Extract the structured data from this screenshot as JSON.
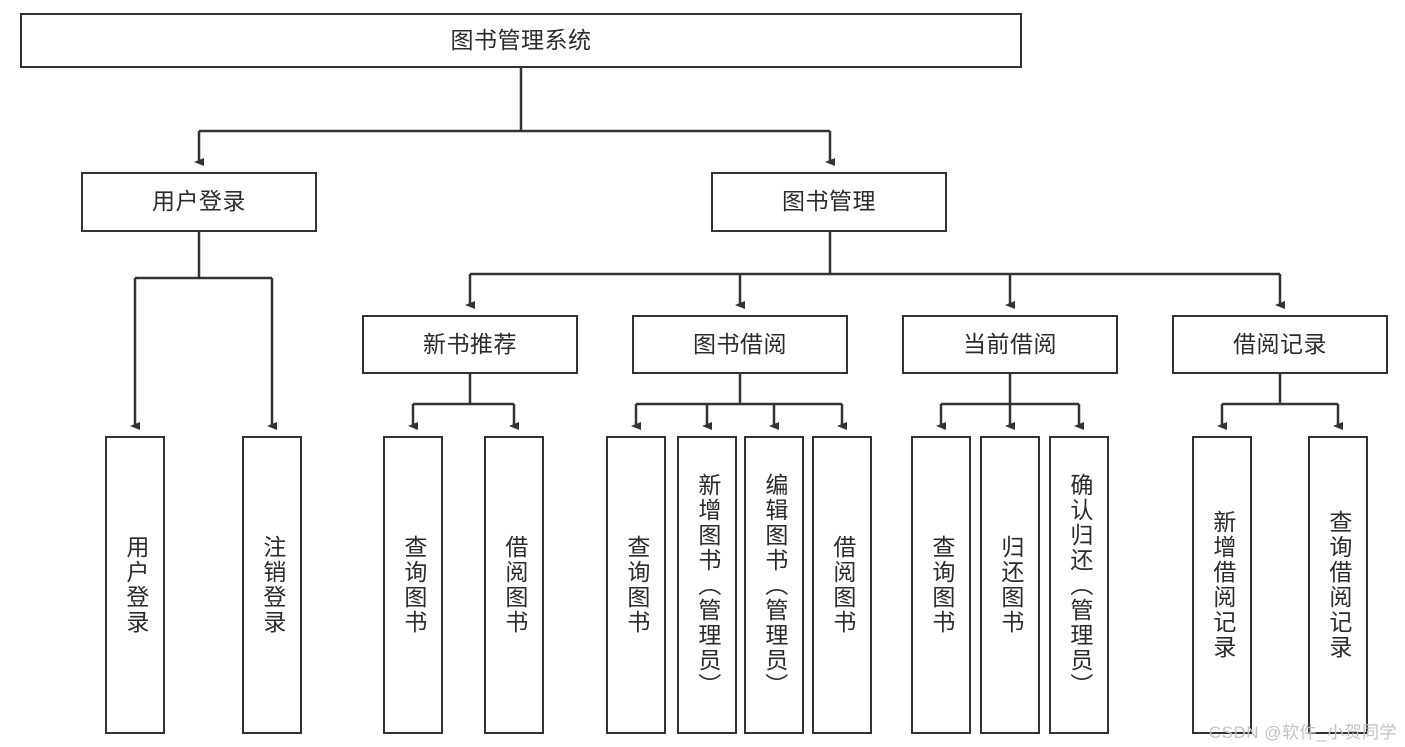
{
  "diagram": {
    "title": "图书管理系统",
    "type": "tree",
    "colors": {
      "box_border": "#333333",
      "box_fill": "#ffffff",
      "text": "#2b2b2b",
      "connector": "#333333",
      "watermark": "#c2c2c2"
    },
    "nodes": {
      "root": {
        "label": "图书管理系统"
      },
      "level2": [
        {
          "label": "用户登录"
        },
        {
          "label": "图书管理"
        }
      ],
      "level3": [
        {
          "label": "新书推荐"
        },
        {
          "label": "图书借阅"
        },
        {
          "label": "当前借阅"
        },
        {
          "label": "借阅记录"
        }
      ],
      "leaves": {
        "user_login": [
          {
            "label": "用户登录"
          },
          {
            "label": "注销登录"
          }
        ],
        "new_book_recommend": [
          {
            "label": "查询图书"
          },
          {
            "label": "借阅图书"
          }
        ],
        "book_borrow": [
          {
            "label": "查询图书"
          },
          {
            "label": "新增图书（管理员）"
          },
          {
            "label": "编辑图书（管理员）"
          },
          {
            "label": "借阅图书"
          }
        ],
        "current_borrow": [
          {
            "label": "查询图书"
          },
          {
            "label": "归还图书"
          },
          {
            "label": "确认归还（管理员）"
          }
        ],
        "borrow_record": [
          {
            "label": "新增借阅记录"
          },
          {
            "label": "查询借阅记录"
          }
        ]
      }
    },
    "watermark": "CSDN @软件_小贺同学"
  }
}
